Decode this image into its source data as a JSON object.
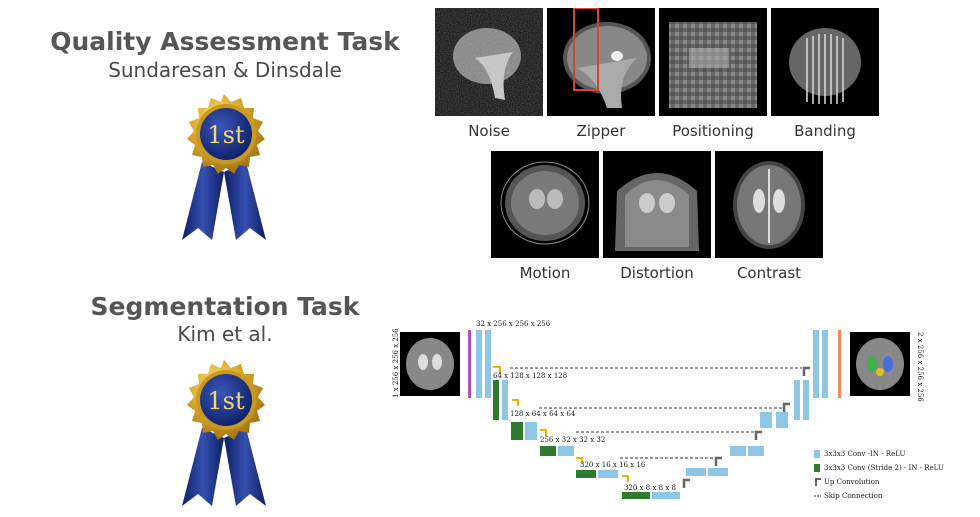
{
  "quality": {
    "title": "Quality Assessment Task",
    "authors": "Sundaresan & Dinsdale",
    "medal_label": "1st"
  },
  "segmentation": {
    "title": "Segmentation Task",
    "authors": "Kim et al.",
    "medal_label": "1st"
  },
  "artifacts": [
    {
      "label": "Noise"
    },
    {
      "label": "Zipper"
    },
    {
      "label": "Positioning"
    },
    {
      "label": "Banding"
    },
    {
      "label": "Motion"
    },
    {
      "label": "Distortion"
    },
    {
      "label": "Contrast"
    }
  ],
  "network": {
    "input_label": "1 x 256 x 256 x 256",
    "output_label": "2 x 256 x 256 x 256",
    "levels": [
      "32 x 256 x 256 x 256",
      "64 x 128 x 128 x 128",
      "128 x 64 x 64 x 64",
      "256 x 32 x 32 x 32",
      "320 x 16 x 16 x 16",
      "320 x 8 x 8 x 8"
    ],
    "legend": [
      {
        "label": "3x3x3 Conv -IN - ReLU",
        "color": "#8ec7e6"
      },
      {
        "label": "3x3x3 Conv (Stride 2) - IN - ReLU",
        "color": "#2e7a2e"
      },
      {
        "label": "Up Convolution",
        "color": "#666666"
      },
      {
        "label": "Skip Connection",
        "color": "#333333"
      }
    ]
  },
  "colors": {
    "conv": "#8ec7e6",
    "stride": "#2e7a2e",
    "arrow": "#f0b400",
    "upconv": "#666666",
    "input_bar": "#b04fc0",
    "output_bar": "#f08a5a"
  }
}
